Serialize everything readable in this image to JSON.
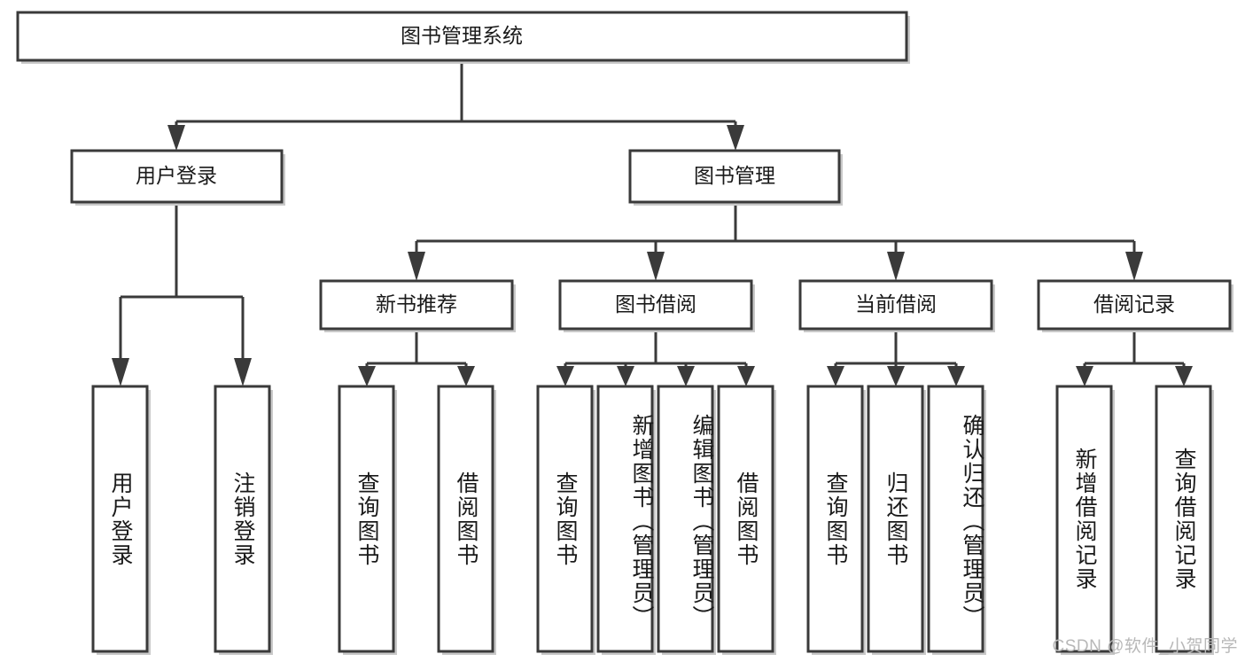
{
  "diagram": {
    "title": "图书管理系统",
    "type": "hierarchy-tree",
    "watermark": "CSDN @软件_小贺同学",
    "accent_color": "#3a3a3a",
    "background_color": "#ffffff",
    "levels": [
      {
        "level": 1,
        "nodes": [
          {
            "id": "root",
            "label": "图书管理系统",
            "orientation": "horizontal"
          }
        ]
      },
      {
        "level": 2,
        "nodes": [
          {
            "id": "user-login",
            "label": "用户登录",
            "orientation": "horizontal"
          },
          {
            "id": "book-manage",
            "label": "图书管理",
            "orientation": "horizontal"
          }
        ]
      },
      {
        "level": 3,
        "nodes": [
          {
            "id": "new-book-rec",
            "label": "新书推荐",
            "orientation": "horizontal"
          },
          {
            "id": "book-borrow",
            "label": "图书借阅",
            "orientation": "horizontal"
          },
          {
            "id": "current-borrow",
            "label": "当前借阅",
            "orientation": "horizontal"
          },
          {
            "id": "borrow-record",
            "label": "借阅记录",
            "orientation": "horizontal"
          }
        ]
      },
      {
        "level": 4,
        "nodes": [
          {
            "id": "leaf-1",
            "label": "用户登录",
            "orientation": "vertical",
            "parent": "user-login"
          },
          {
            "id": "leaf-2",
            "label": "注销登录",
            "orientation": "vertical",
            "parent": "user-login"
          },
          {
            "id": "leaf-3",
            "label": "查询图书",
            "orientation": "vertical",
            "parent": "new-book-rec"
          },
          {
            "id": "leaf-4",
            "label": "借阅图书",
            "orientation": "vertical",
            "parent": "new-book-rec"
          },
          {
            "id": "leaf-5",
            "label": "查询图书",
            "orientation": "vertical",
            "parent": "book-borrow"
          },
          {
            "id": "leaf-6",
            "label": "新增图书（管理员）",
            "orientation": "vertical",
            "parent": "book-borrow"
          },
          {
            "id": "leaf-7",
            "label": "编辑图书（管理员）",
            "orientation": "vertical",
            "parent": "book-borrow"
          },
          {
            "id": "leaf-8",
            "label": "借阅图书",
            "orientation": "vertical",
            "parent": "book-borrow"
          },
          {
            "id": "leaf-9",
            "label": "查询图书",
            "orientation": "vertical",
            "parent": "current-borrow"
          },
          {
            "id": "leaf-10",
            "label": "归还图书",
            "orientation": "vertical",
            "parent": "current-borrow"
          },
          {
            "id": "leaf-11",
            "label": "确认归还（管理员）",
            "orientation": "vertical",
            "parent": "current-borrow"
          },
          {
            "id": "leaf-12",
            "label": "新增借阅记录",
            "orientation": "vertical",
            "parent": "borrow-record"
          },
          {
            "id": "leaf-13",
            "label": "查询借阅记录",
            "orientation": "vertical",
            "parent": "borrow-record"
          }
        ]
      }
    ]
  }
}
